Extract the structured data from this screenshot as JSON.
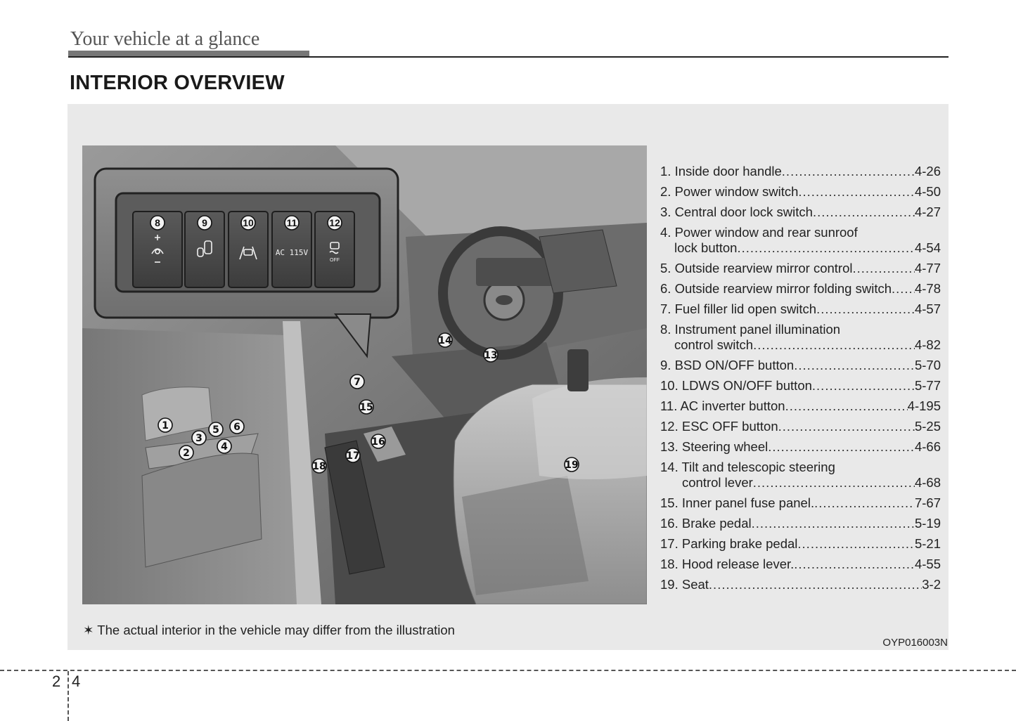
{
  "header": {
    "running_title": "Your vehicle at a glance",
    "section_title": "INTERIOR OVERVIEW"
  },
  "inset_buttons": [
    {
      "num": "8",
      "icon": "illumination-icon",
      "label": ""
    },
    {
      "num": "9",
      "icon": "bsd-icon",
      "label": ""
    },
    {
      "num": "10",
      "icon": "ldws-icon",
      "label": ""
    },
    {
      "num": "11",
      "icon": "ac-inverter-icon",
      "label": "AC 115V"
    },
    {
      "num": "12",
      "icon": "esc-off-icon",
      "label": "OFF"
    }
  ],
  "callouts": [
    "1",
    "2",
    "3",
    "4",
    "5",
    "6",
    "7",
    "13",
    "14",
    "15",
    "16",
    "17",
    "18",
    "19"
  ],
  "legend": [
    {
      "text": "1. Inside door handle",
      "page": "4-26"
    },
    {
      "text": "2. Power window switch",
      "page": "4-50"
    },
    {
      "text": "3. Central door lock switch",
      "page": "4-27"
    },
    {
      "text": "4. Power window and rear sunroof",
      "text2": "lock button",
      "page": "4-54"
    },
    {
      "text": "5. Outside rearview mirror control",
      "page": "4-77"
    },
    {
      "text": "6. Outside rearview mirror folding switch",
      "page": "4-78"
    },
    {
      "text": "7. Fuel filler lid open switch",
      "page": "4-57"
    },
    {
      "text": "8. Instrument panel illumination",
      "text2": "control switch",
      "page": "4-82"
    },
    {
      "text": "9. BSD ON/OFF button",
      "page": "5-70"
    },
    {
      "text": "10. LDWS ON/OFF button",
      "page": "5-77"
    },
    {
      "text": "11. AC inverter button",
      "page": "4-195"
    },
    {
      "text": "12. ESC OFF button",
      "page": "5-25"
    },
    {
      "text": "13. Steering wheel",
      "page": "4-66"
    },
    {
      "text": "14. Tilt and telescopic steering",
      "text2": "control lever",
      "page": "4-68"
    },
    {
      "text": "15. Inner panel fuse panel.",
      "page": "7-67"
    },
    {
      "text": "16. Brake pedal",
      "page": "5-19"
    },
    {
      "text": "17. Parking brake pedal",
      "page": "5-21"
    },
    {
      "text": "18. Hood release lever.",
      "page": "4-55"
    },
    {
      "text": "19. Seat",
      "page": "3-2"
    }
  ],
  "footnote": "✶ The actual interior in the vehicle may differ from the illustration",
  "figure_code": "OYP016003N",
  "page_number": {
    "chapter": "2",
    "page": "4"
  }
}
